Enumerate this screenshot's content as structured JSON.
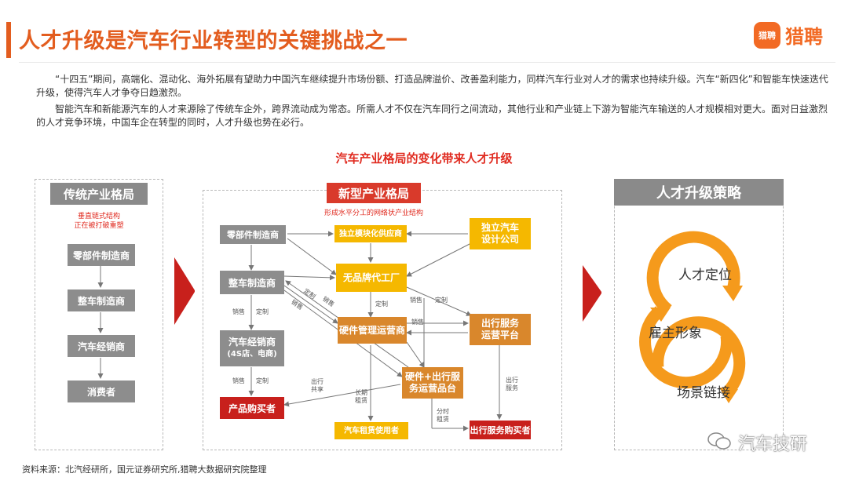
{
  "header": {
    "title": "人才升级是汽车行业转型的关键挑战之一",
    "logo_icon_text": "猎聘",
    "logo_text": "猎聘"
  },
  "intro": {
    "paragraph1": "“十四五”期间，高端化、混动化、海外拓展有望助力中国汽车继续提升市场份额、打造品牌溢价、改善盈利能力，同样汽车行业对人才的需求也持续升级。汽车“新四化”和智能车快速迭代升级，使得汽车人才争夺日趋激烈。",
    "paragraph2": "智能汽车和新能源汽车的人才来源除了传统车企外，跨界流动成为常态。所需人才不仅在汽车同行之间流动，其他行业和产业链上下游为智能汽车输送的人才规模相对更大。面对日益激烈的人才竞争环境，中国车企在转型的同时，人才升级也势在必行。"
  },
  "diagram": {
    "title": "汽车产业格局的变化带来人才升级",
    "traditional": {
      "header": "传统产业格局",
      "note": "垂直链式结构\n正在被打破重塑",
      "chain": [
        "零部件制造商",
        "整车制造商",
        "汽车经销商",
        "消费者"
      ]
    },
    "new": {
      "header": "新型产业格局",
      "note": "形成水平分工的网络状产业结构",
      "parts_maker": "零部件制造商",
      "independent_module": "独立模块化供应商",
      "independent_design": "独立汽车设计公司",
      "oem": "整车制造商",
      "no_brand_factory": "无品牌代工厂",
      "hardware_operator": "硬件管理运营商",
      "mobility_platform": "出行服务运营平台",
      "dealer": "汽车经销商",
      "dealer_sub": "(4S店、电商)",
      "hw_mobility_platform": "硬件+出行服务运营品台",
      "product_buyer": "产品购买者",
      "rental_user": "汽车租赁使用者",
      "service_buyer": "出行服务购买者",
      "edge_labels": {
        "sell": "销售",
        "custom": "定制",
        "mobility_share": "出行共享",
        "long_rent": "长期租赁",
        "time_share": "分时租赁",
        "mobility_service": "出行服务"
      }
    },
    "strategy": {
      "header": "人才升级策略",
      "items": [
        "人才定位",
        "雇主形象",
        "场景链接"
      ]
    }
  },
  "footer": {
    "source": "资料来源：北汽经研所，国元证券研究所,猎聘大数据研究院整理"
  },
  "watermark": {
    "text": "汽车技研"
  },
  "colors": {
    "accent_orange": "#e35d1f",
    "red": "#c8201c",
    "yellow": "#f5b800",
    "orange_box": "#d9872c",
    "gray": "#8d8d8d"
  }
}
